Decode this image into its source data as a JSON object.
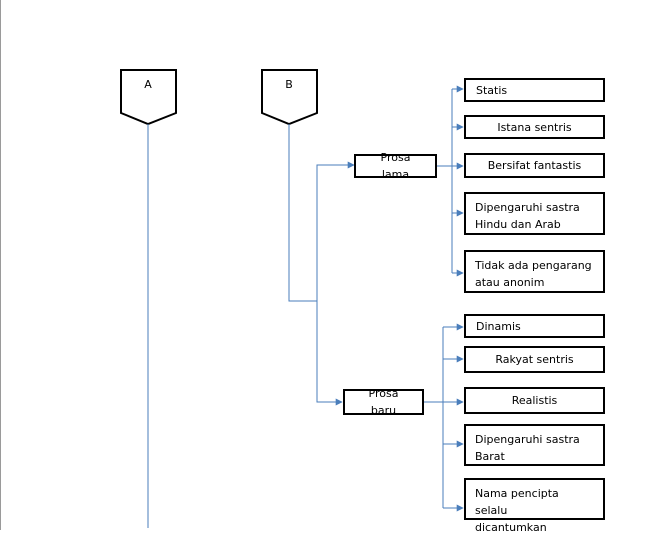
{
  "columns": [
    {
      "id": "A",
      "label": "A"
    },
    {
      "id": "B",
      "label": "B"
    }
  ],
  "prosa_lama": {
    "label": "Prosa lama",
    "characteristics": [
      {
        "lines": [
          "Statis"
        ]
      },
      {
        "lines": [
          "Istana sentris"
        ]
      },
      {
        "lines": [
          "Bersifat fantastis"
        ]
      },
      {
        "lines": [
          "Dipengaruhi sastra",
          "Hindu dan Arab"
        ]
      },
      {
        "lines": [
          "Tidak ada pengarang",
          "atau anonim"
        ]
      }
    ]
  },
  "prosa_baru": {
    "label": "Prosa baru",
    "characteristics": [
      {
        "lines": [
          "Dinamis"
        ]
      },
      {
        "lines": [
          "Rakyat sentris"
        ]
      },
      {
        "lines": [
          "Realistis"
        ]
      },
      {
        "lines": [
          "Dipengaruhi sastra",
          "Barat"
        ]
      },
      {
        "lines": [
          "Nama pencipta selalu",
          "dicantumkan"
        ]
      }
    ]
  },
  "colors": {
    "connector": "#4a7ebb",
    "border": "#000000"
  }
}
